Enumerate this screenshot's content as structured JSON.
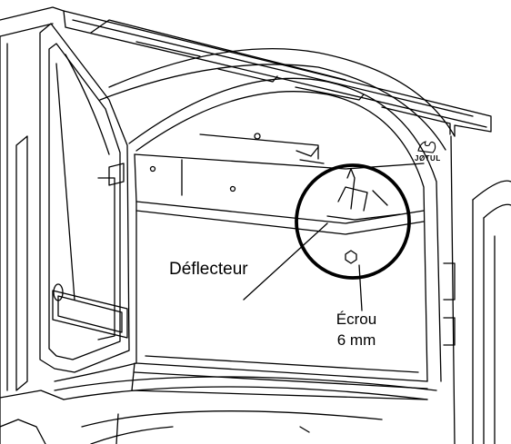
{
  "labels": {
    "deflector": "Déflecteur",
    "nut_line1": "Écrou",
    "nut_line2": "6 mm",
    "brand": "JØTUL"
  },
  "icons": {
    "brand_mark": "flame-logo-icon",
    "detail_marker": "detail-circle"
  },
  "colors": {
    "line": "#000000",
    "background": "#ffffff"
  }
}
